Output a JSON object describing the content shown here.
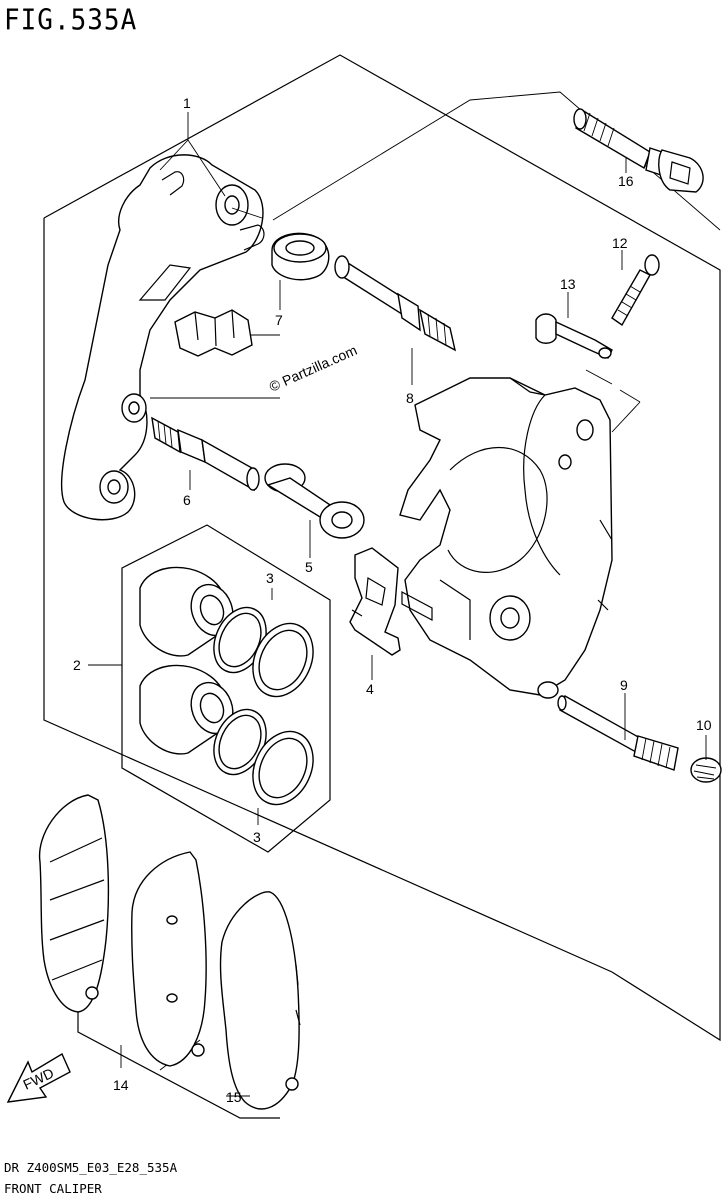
{
  "figure": {
    "title": "FIG.535A",
    "code": "DR Z400SM5_E03_E28_535A",
    "name": "FRONT CALIPER",
    "watermark": "© Partzilla.com",
    "fwd_label": "FWD"
  },
  "callouts": [
    {
      "id": "1",
      "label": "1"
    },
    {
      "id": "2",
      "label": "2"
    },
    {
      "id": "3a",
      "label": "3"
    },
    {
      "id": "3b",
      "label": "3"
    },
    {
      "id": "4",
      "label": "4"
    },
    {
      "id": "5",
      "label": "5"
    },
    {
      "id": "6",
      "label": "6"
    },
    {
      "id": "7",
      "label": "7"
    },
    {
      "id": "8",
      "label": "8"
    },
    {
      "id": "9",
      "label": "9"
    },
    {
      "id": "10",
      "label": "10"
    },
    {
      "id": "12",
      "label": "12"
    },
    {
      "id": "13",
      "label": "13"
    },
    {
      "id": "14",
      "label": "14"
    },
    {
      "id": "15",
      "label": "15"
    },
    {
      "id": "16",
      "label": "16"
    }
  ]
}
